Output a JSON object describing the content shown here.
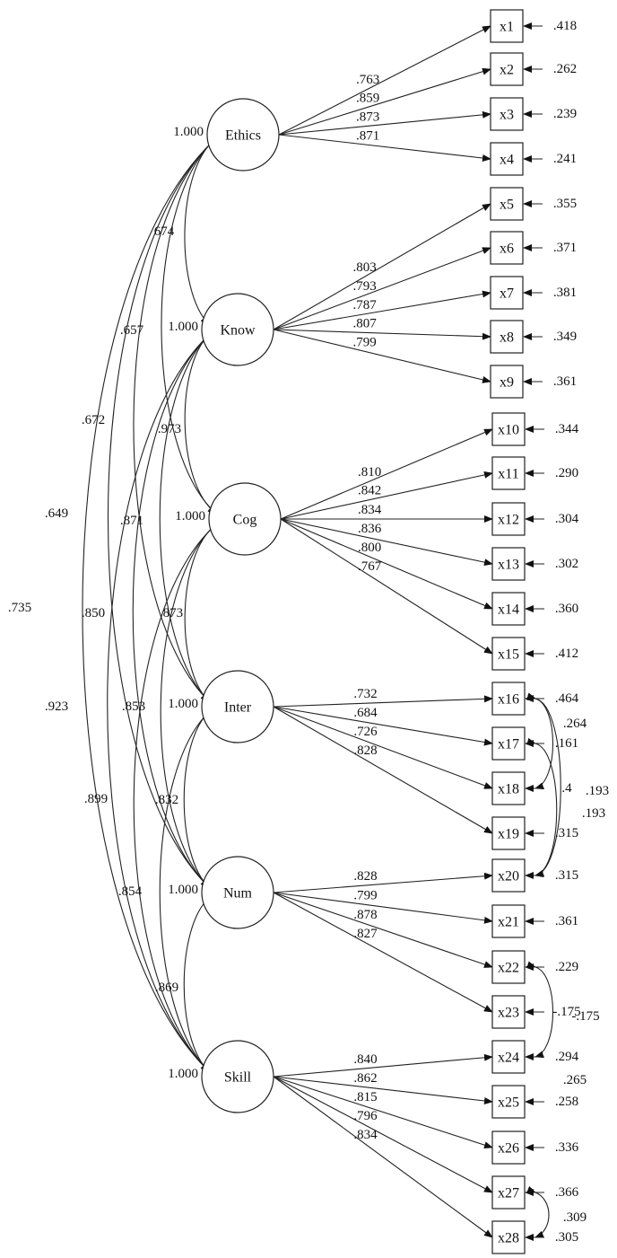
{
  "latents": [
    {
      "id": "Ethics",
      "label": "Ethics",
      "variance": "1.000"
    },
    {
      "id": "Know",
      "label": "Know",
      "variance": "1.000"
    },
    {
      "id": "Cog",
      "label": "Cog",
      "variance": "1.000"
    },
    {
      "id": "Inter",
      "label": "Inter",
      "variance": "1.000"
    },
    {
      "id": "Num",
      "label": "Num",
      "variance": "1.000"
    },
    {
      "id": "Skill",
      "label": "Skill",
      "variance": "1.000"
    }
  ],
  "indicators": [
    {
      "id": "x1",
      "label": "x1",
      "error": ".418"
    },
    {
      "id": "x2",
      "label": "x2",
      "error": ".262"
    },
    {
      "id": "x3",
      "label": "x3",
      "error": ".239"
    },
    {
      "id": "x4",
      "label": "x4",
      "error": ".241"
    },
    {
      "id": "x5",
      "label": "x5",
      "error": ".355"
    },
    {
      "id": "x6",
      "label": "x6",
      "error": ".371"
    },
    {
      "id": "x7",
      "label": "x7",
      "error": ".381"
    },
    {
      "id": "x8",
      "label": "x8",
      "error": ".349"
    },
    {
      "id": "x9",
      "label": "x9",
      "error": ".361"
    },
    {
      "id": "x10",
      "label": "x10",
      "error": ".344"
    },
    {
      "id": "x11",
      "label": "x11",
      "error": ".290"
    },
    {
      "id": "x12",
      "label": "x12",
      "error": ".304"
    },
    {
      "id": "x13",
      "label": "x13",
      "error": ".302"
    },
    {
      "id": "x14",
      "label": "x14",
      "error": ".360"
    },
    {
      "id": "x15",
      "label": "x15",
      "error": ".412"
    },
    {
      "id": "x16",
      "label": "x16",
      "error": ".464"
    },
    {
      "id": "x17",
      "label": "x17",
      "error": ".161"
    },
    {
      "id": "x18",
      "label": "x18",
      "error": ".4"
    },
    {
      "id": "x19",
      "label": "x19",
      "error": ".315"
    },
    {
      "id": "x20",
      "label": "x20",
      "error": ".315"
    },
    {
      "id": "x21",
      "label": "x21",
      "error": ".361"
    },
    {
      "id": "x22",
      "label": "x22",
      "error": ".229"
    },
    {
      "id": "x23",
      "label": "x23",
      "error": "-.175"
    },
    {
      "id": "x24",
      "label": "x24",
      "error": ".294"
    },
    {
      "id": "x25",
      "label": "x25",
      "error": ".258"
    },
    {
      "id": "x26",
      "label": "x26",
      "error": ".336"
    },
    {
      "id": "x27",
      "label": "x27",
      "error": ".366"
    },
    {
      "id": "x28",
      "label": "x28",
      "error": ".305"
    }
  ],
  "loadings": [
    {
      "from": "Ethics",
      "to": "x1",
      "value": ".763"
    },
    {
      "from": "Ethics",
      "to": "x2",
      "value": ".859"
    },
    {
      "from": "Ethics",
      "to": "x3",
      "value": ".873"
    },
    {
      "from": "Ethics",
      "to": "x4",
      "value": ".871"
    },
    {
      "from": "Know",
      "to": "x5",
      "value": ".803"
    },
    {
      "from": "Know",
      "to": "x6",
      "value": ".793"
    },
    {
      "from": "Know",
      "to": "x7",
      "value": ".787"
    },
    {
      "from": "Know",
      "to": "x8",
      "value": ".807"
    },
    {
      "from": "Know",
      "to": "x9",
      "value": ".799"
    },
    {
      "from": "Cog",
      "to": "x10",
      "value": ".810"
    },
    {
      "from": "Cog",
      "to": "x11",
      "value": ".842"
    },
    {
      "from": "Cog",
      "to": "x12",
      "value": ".834"
    },
    {
      "from": "Cog",
      "to": "x13",
      "value": ".836"
    },
    {
      "from": "Cog",
      "to": "x14",
      "value": ".800"
    },
    {
      "from": "Cog",
      "to": "x15",
      "value": ".767"
    },
    {
      "from": "Inter",
      "to": "x16",
      "value": ".732"
    },
    {
      "from": "Inter",
      "to": "x17",
      "value": ".684"
    },
    {
      "from": "Inter",
      "to": "x18",
      "value": ".726"
    },
    {
      "from": "Inter",
      "to": "x19",
      "value": ".828"
    },
    {
      "from": "Num",
      "to": "x20",
      "value": ".828"
    },
    {
      "from": "Num",
      "to": "x21",
      "value": ".799"
    },
    {
      "from": "Num",
      "to": "x22",
      "value": ".878"
    },
    {
      "from": "Num",
      "to": "x23",
      "value": ".827"
    },
    {
      "from": "Skill",
      "to": "x24",
      "value": ".840"
    },
    {
      "from": "Skill",
      "to": "x25",
      "value": ".862"
    },
    {
      "from": "Skill",
      "to": "x26",
      "value": ".815"
    },
    {
      "from": "Skill",
      "to": "x27",
      "value": ".796"
    },
    {
      "from": "Skill",
      "to": "x28",
      "value": ".834"
    }
  ],
  "factor_correlations": [
    {
      "a": "Ethics",
      "b": "Know",
      "value": "674"
    },
    {
      "a": "Ethics",
      "b": "Cog",
      "value": ".657"
    },
    {
      "a": "Ethics",
      "b": "Inter",
      "value": ".672"
    },
    {
      "a": "Ethics",
      "b": "Num",
      "value": ".649"
    },
    {
      "a": "Ethics",
      "b": "Skill",
      "value": ".735"
    },
    {
      "a": "Know",
      "b": "Cog",
      "value": ".973"
    },
    {
      "a": "Know",
      "b": "Inter",
      "value": ".871"
    },
    {
      "a": "Know",
      "b": "Num",
      "value": ".850"
    },
    {
      "a": "Know",
      "b": "Skill",
      "value": ".923"
    },
    {
      "a": "Cog",
      "b": "Inter",
      "value": ".873"
    },
    {
      "a": "Cog",
      "b": "Num",
      "value": ".853"
    },
    {
      "a": "Cog",
      "b": "Skill",
      "value": ".899"
    },
    {
      "a": "Inter",
      "b": "Num",
      "value": ".832"
    },
    {
      "a": "Inter",
      "b": "Skill",
      "value": ".854"
    },
    {
      "a": "Num",
      "b": "Skill",
      "value": ".869"
    }
  ],
  "error_covariances": [
    {
      "a": "x16",
      "b": "x18",
      "value": ".264"
    },
    {
      "a": "x16",
      "b": "x20",
      "value": ".193"
    },
    {
      "a": "x17",
      "b": "x20",
      "value": ".193"
    },
    {
      "a": "x22",
      "b": "x24",
      "value": "-.175"
    },
    {
      "a": "x25",
      "b": "x25",
      "value": ".265"
    },
    {
      "a": "x27",
      "b": "x28",
      "value": ".309"
    }
  ]
}
